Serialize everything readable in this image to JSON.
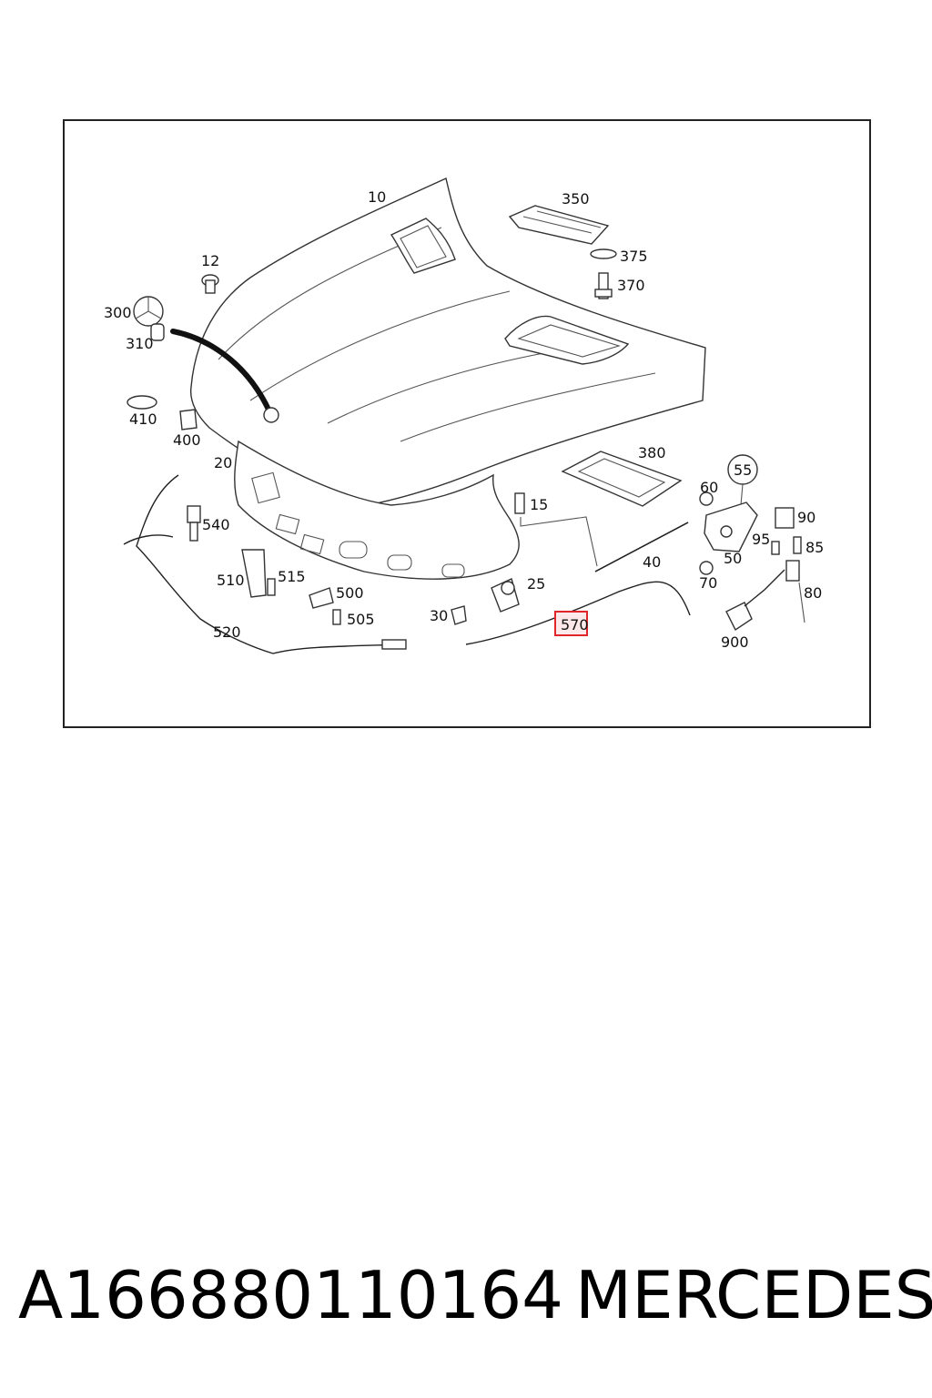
{
  "diagram": {
    "callouts": {
      "c10": "10",
      "c350": "350",
      "c375": "375",
      "c370": "370",
      "c12": "12",
      "c300": "300",
      "c310": "310",
      "c410": "410",
      "c400": "400",
      "c20": "20",
      "c380": "380",
      "c55": "55",
      "c60": "60",
      "c15": "15",
      "c90": "90",
      "c95": "95",
      "c85": "85",
      "c540": "540",
      "c50": "50",
      "c40": "40",
      "c510": "510",
      "c515": "515",
      "c70": "70",
      "c25": "25",
      "c500": "500",
      "c80": "80",
      "c505": "505",
      "c30": "30",
      "c570": "570",
      "c520": "520",
      "c900": "900"
    },
    "highlighted_callout": "570",
    "highlight_color": "#e0262b"
  },
  "footer": {
    "part_number": "A166880110164",
    "brand": "MERCEDES"
  }
}
